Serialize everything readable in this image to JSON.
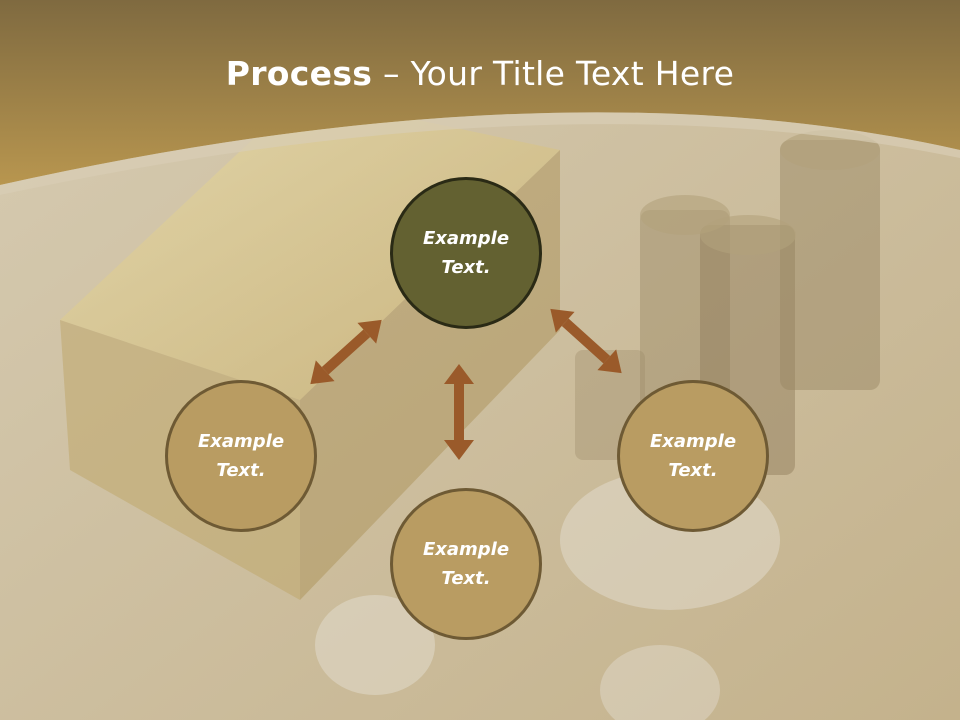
{
  "slide": {
    "title_bold": "Process",
    "title_rest": " – Your Title Text Here"
  },
  "diagram": {
    "center_node": {
      "label_line1": "Example",
      "label_line2": "Text."
    },
    "left_node": {
      "label_line1": "Example",
      "label_line2": "Text."
    },
    "right_node": {
      "label_line1": "Example",
      "label_line2": "Text."
    },
    "bottom_node": {
      "label_line1": "Example",
      "label_line2": "Text."
    }
  },
  "colors": {
    "header": "#9c7e45",
    "center_fill": "#636131",
    "node_fill": "#b99c62",
    "arrow": "#9a5a2a"
  }
}
